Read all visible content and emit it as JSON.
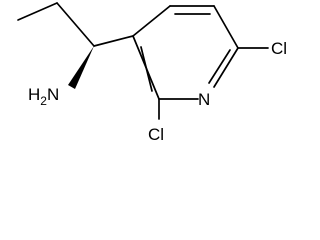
{
  "atoms": {
    "amine": {
      "element": "H",
      "subscript": "2",
      "suffix": "N"
    },
    "nitrogen_ring": "N",
    "chlorine_top": "Cl",
    "chlorine_bottom": "Cl"
  }
}
